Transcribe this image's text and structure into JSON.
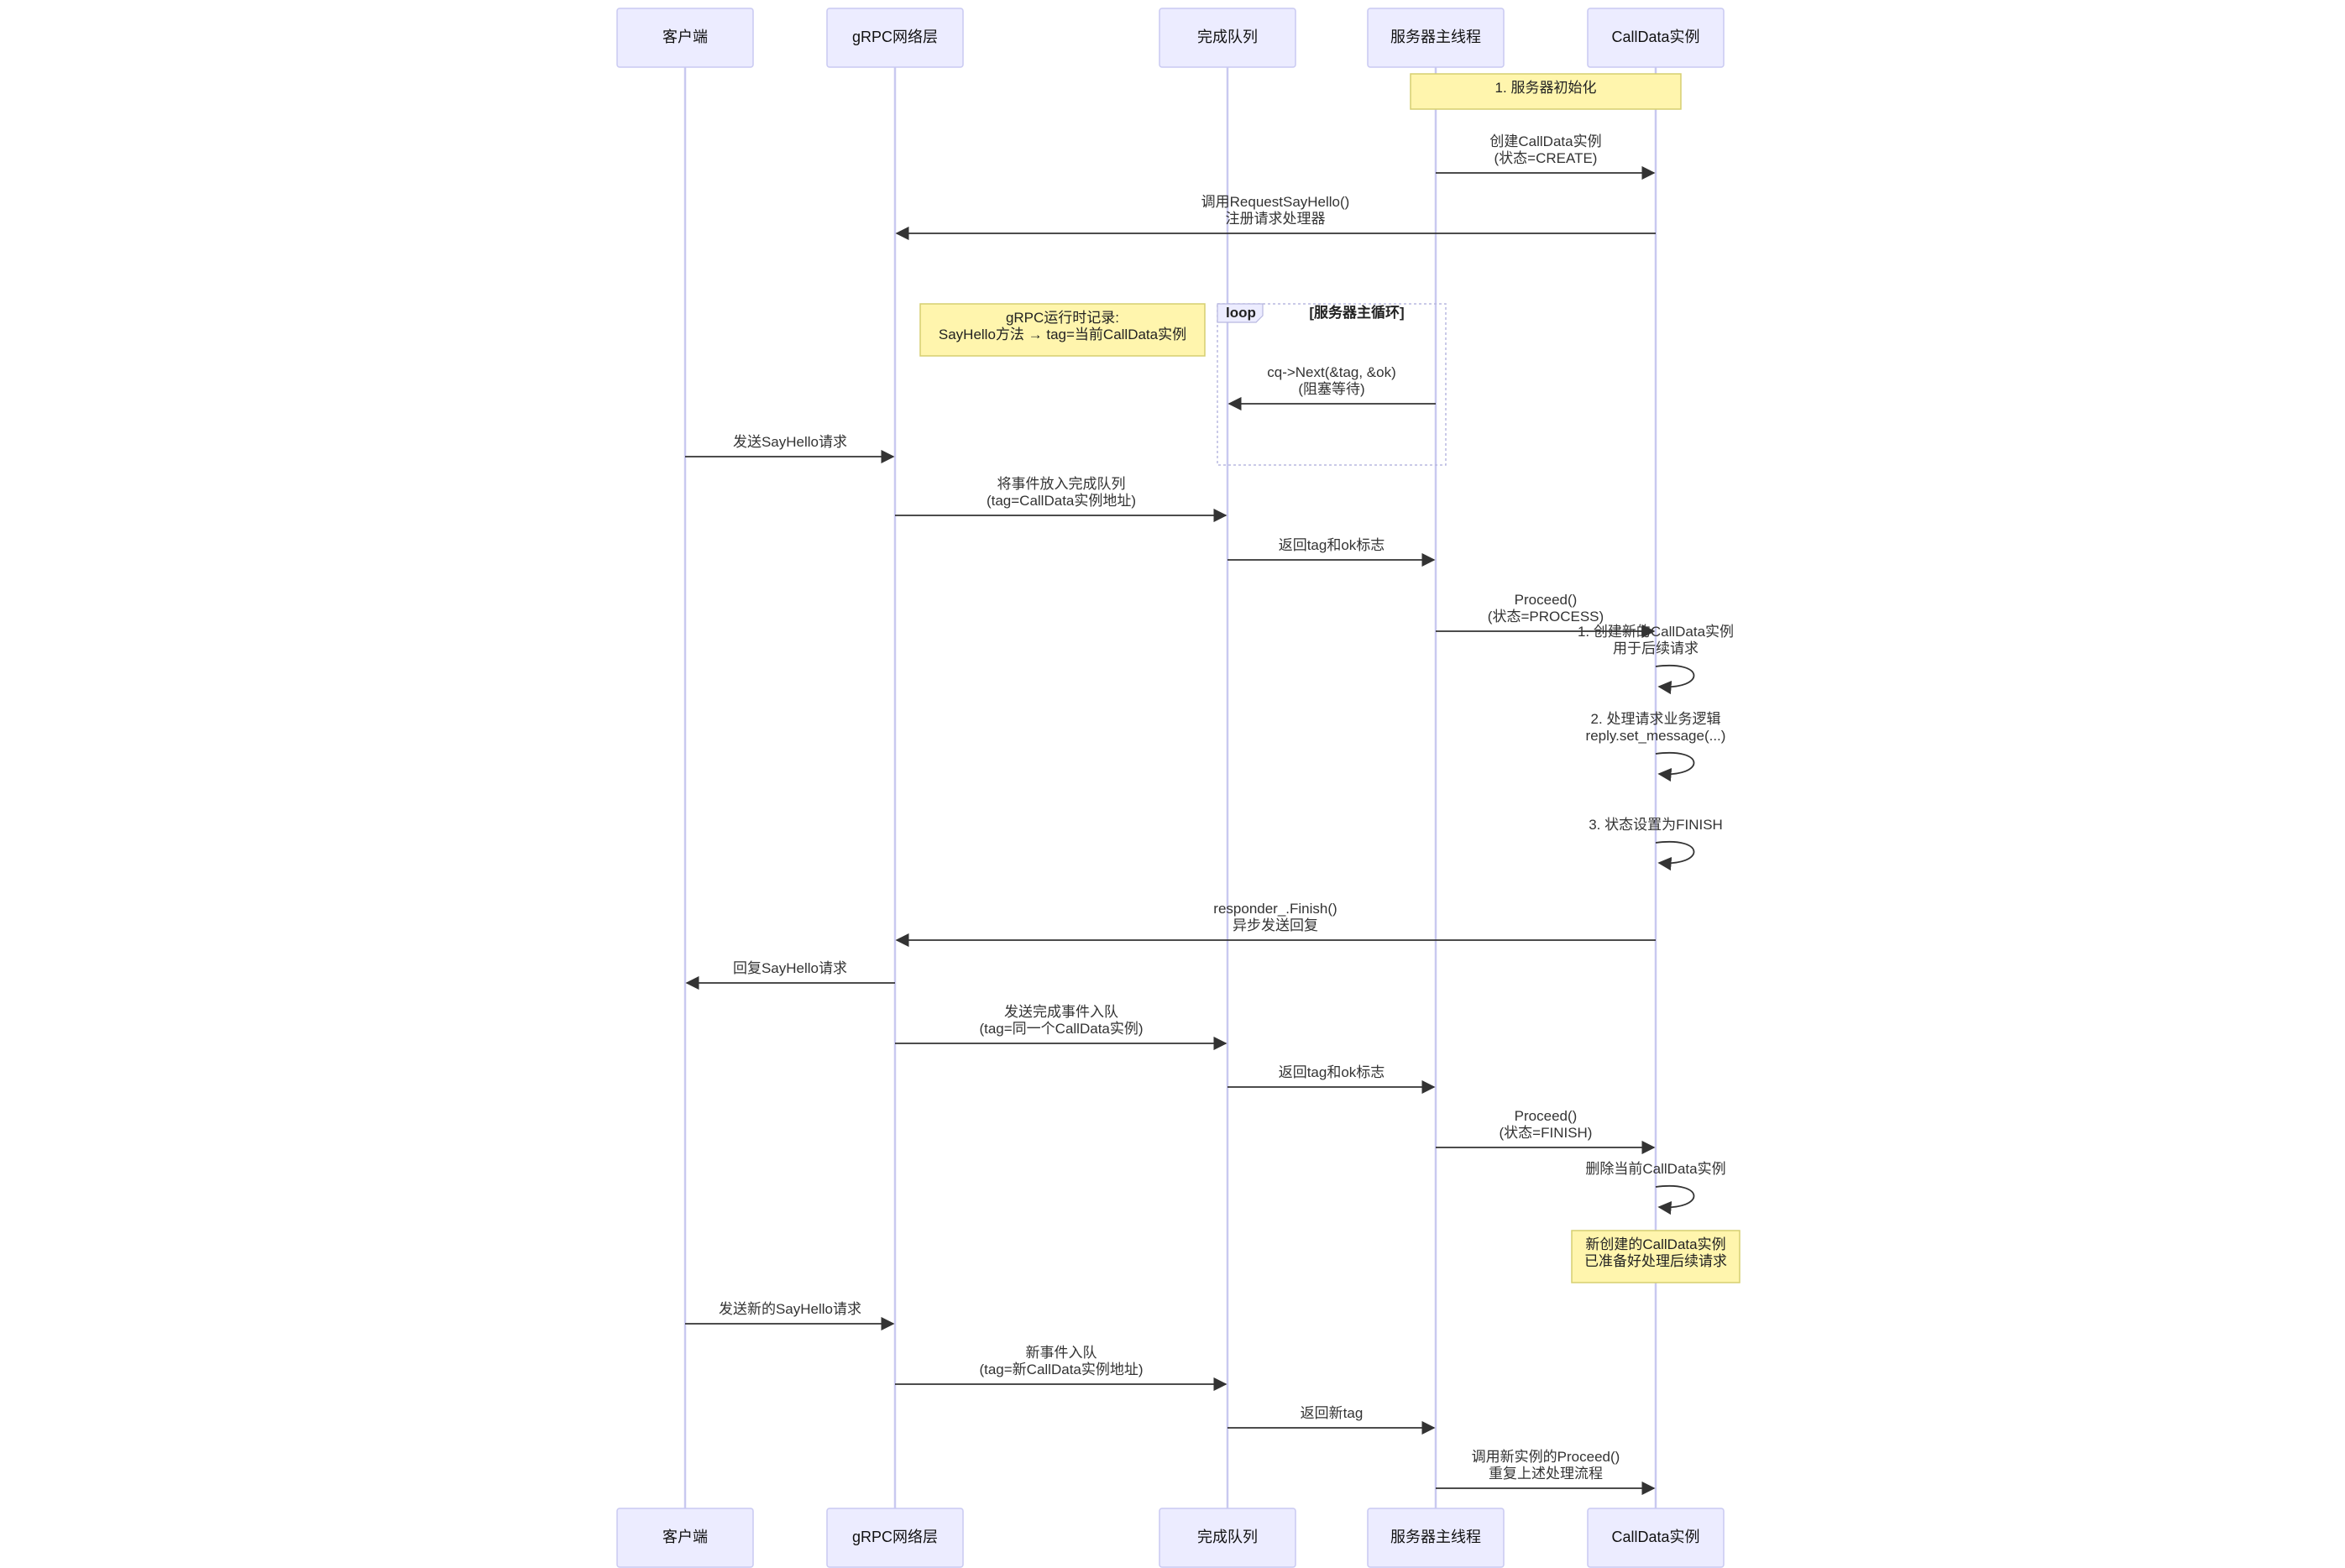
{
  "actors": [
    {
      "id": "client",
      "label": "客户端"
    },
    {
      "id": "grpc",
      "label": "gRPC网络层"
    },
    {
      "id": "cq",
      "label": "完成队列"
    },
    {
      "id": "main",
      "label": "服务器主线程"
    },
    {
      "id": "calldata",
      "label": "CallData实例"
    }
  ],
  "events": [
    {
      "type": "note",
      "over": [
        "main",
        "calldata"
      ],
      "lines": [
        "1. 服务器初始化"
      ]
    },
    {
      "type": "message",
      "from": "main",
      "to": "calldata",
      "lines": [
        "创建CallData实例",
        "(状态=CREATE)"
      ]
    },
    {
      "type": "message",
      "from": "calldata",
      "to": "grpc",
      "lines": [
        "调用RequestSayHello()",
        "注册请求处理器"
      ]
    },
    {
      "type": "note",
      "over": [
        "grpc",
        "cq"
      ],
      "lines": [
        "gRPC运行时记录:",
        "SayHello方法 → tag=当前CallData实例"
      ]
    },
    {
      "type": "loop_start",
      "label": "loop",
      "condition": "[服务器主循环]"
    },
    {
      "type": "message",
      "from": "main",
      "to": "cq",
      "lines": [
        "cq->Next(&tag, &ok)",
        "(阻塞等待)"
      ]
    },
    {
      "type": "loop_end"
    },
    {
      "type": "message",
      "from": "client",
      "to": "grpc",
      "lines": [
        "发送SayHello请求"
      ]
    },
    {
      "type": "message",
      "from": "grpc",
      "to": "cq",
      "lines": [
        "将事件放入完成队列",
        "(tag=CallData实例地址)"
      ]
    },
    {
      "type": "message",
      "from": "cq",
      "to": "main",
      "lines": [
        "返回tag和ok标志"
      ]
    },
    {
      "type": "message",
      "from": "main",
      "to": "calldata",
      "lines": [
        "Proceed()",
        "(状态=PROCESS)"
      ]
    },
    {
      "type": "self",
      "on": "calldata",
      "lines": [
        "1. 创建新的CallData实例",
        "用于后续请求"
      ]
    },
    {
      "type": "self",
      "on": "calldata",
      "lines": [
        "2. 处理请求业务逻辑",
        "reply.set_message(...)"
      ]
    },
    {
      "type": "self",
      "on": "calldata",
      "lines": [
        "3. 状态设置为FINISH"
      ]
    },
    {
      "type": "message",
      "from": "calldata",
      "to": "grpc",
      "lines": [
        "responder_.Finish()",
        "异步发送回复"
      ]
    },
    {
      "type": "message",
      "from": "grpc",
      "to": "client",
      "lines": [
        "回复SayHello请求"
      ]
    },
    {
      "type": "message",
      "from": "grpc",
      "to": "cq",
      "lines": [
        "发送完成事件入队",
        "(tag=同一个CallData实例)"
      ]
    },
    {
      "type": "message",
      "from": "cq",
      "to": "main",
      "lines": [
        "返回tag和ok标志"
      ]
    },
    {
      "type": "message",
      "from": "main",
      "to": "calldata",
      "lines": [
        "Proceed()",
        "(状态=FINISH)"
      ]
    },
    {
      "type": "self",
      "on": "calldata",
      "lines": [
        "删除当前CallData实例"
      ]
    },
    {
      "type": "note",
      "over": [
        "calldata"
      ],
      "lines": [
        "新创建的CallData实例",
        "已准备好处理后续请求"
      ]
    },
    {
      "type": "message",
      "from": "client",
      "to": "grpc",
      "lines": [
        "发送新的SayHello请求"
      ]
    },
    {
      "type": "message",
      "from": "grpc",
      "to": "cq",
      "lines": [
        "新事件入队",
        "(tag=新CallData实例地址)"
      ]
    },
    {
      "type": "message",
      "from": "cq",
      "to": "main",
      "lines": [
        "返回新tag"
      ]
    },
    {
      "type": "message",
      "from": "main",
      "to": "calldata",
      "lines": [
        "调用新实例的Proceed()",
        "重复上述处理流程"
      ]
    }
  ],
  "colors": {
    "actor_fill": "#ECECFF",
    "actor_stroke": "#C9C9F2",
    "lifeline": "#C9C9F0",
    "note_fill": "#FFF5AD",
    "note_stroke": "#D6CF70",
    "arrow": "#333333"
  }
}
